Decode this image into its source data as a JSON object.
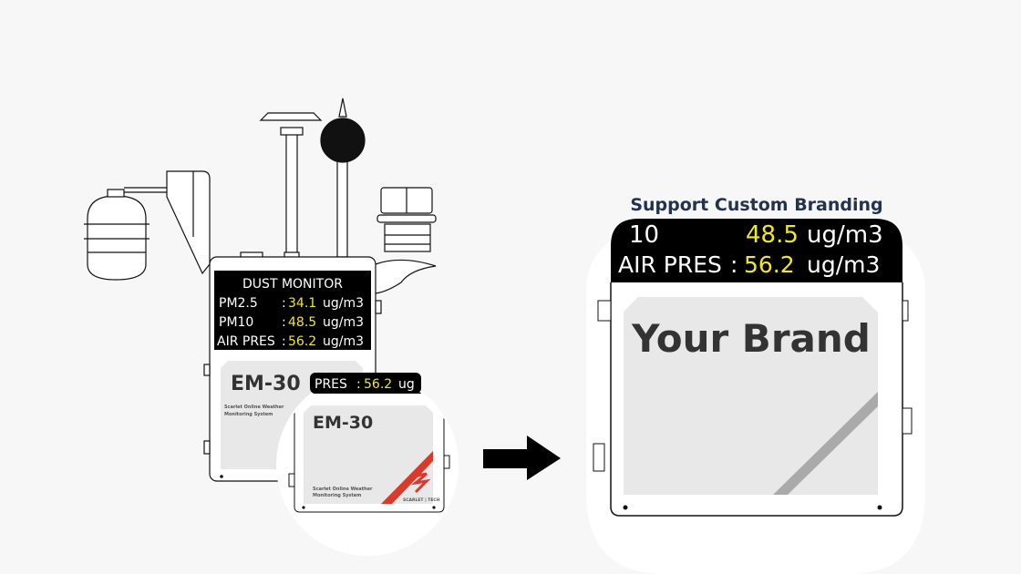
{
  "title": "Support Custom Branding",
  "device": {
    "display_title": "DUST MONITOR",
    "rows": [
      {
        "label": "PM2.5",
        "sep": ":",
        "value": "34.1",
        "unit": "ug/m3"
      },
      {
        "label": "PM10",
        "sep": ":",
        "value": "48.5",
        "unit": "ug/m3"
      },
      {
        "label": "AIR PRES",
        "sep": ":",
        "value": "56.2",
        "unit": "ug/m3"
      }
    ],
    "model": "EM-30",
    "subtitle_line1": "Scarlet Online Weather",
    "subtitle_line2": "Monitoring System",
    "logo_text": "SCARLET | TECH"
  },
  "magnified": {
    "row_label": "PRES",
    "sep": ":",
    "value": "56.2",
    "unit": "ug"
  },
  "custom": {
    "partial_row": {
      "label": "10",
      "value": "48.5",
      "unit": "ug/m3"
    },
    "row": {
      "label": "AIR PRES",
      "sep": ":",
      "value": "56.2",
      "unit": "ug/m3"
    },
    "brand_text": "Your Brand"
  },
  "colors": {
    "value_yellow": "#f0e62a",
    "accent_red": "#d93a2b",
    "title_navy": "#23334d"
  }
}
